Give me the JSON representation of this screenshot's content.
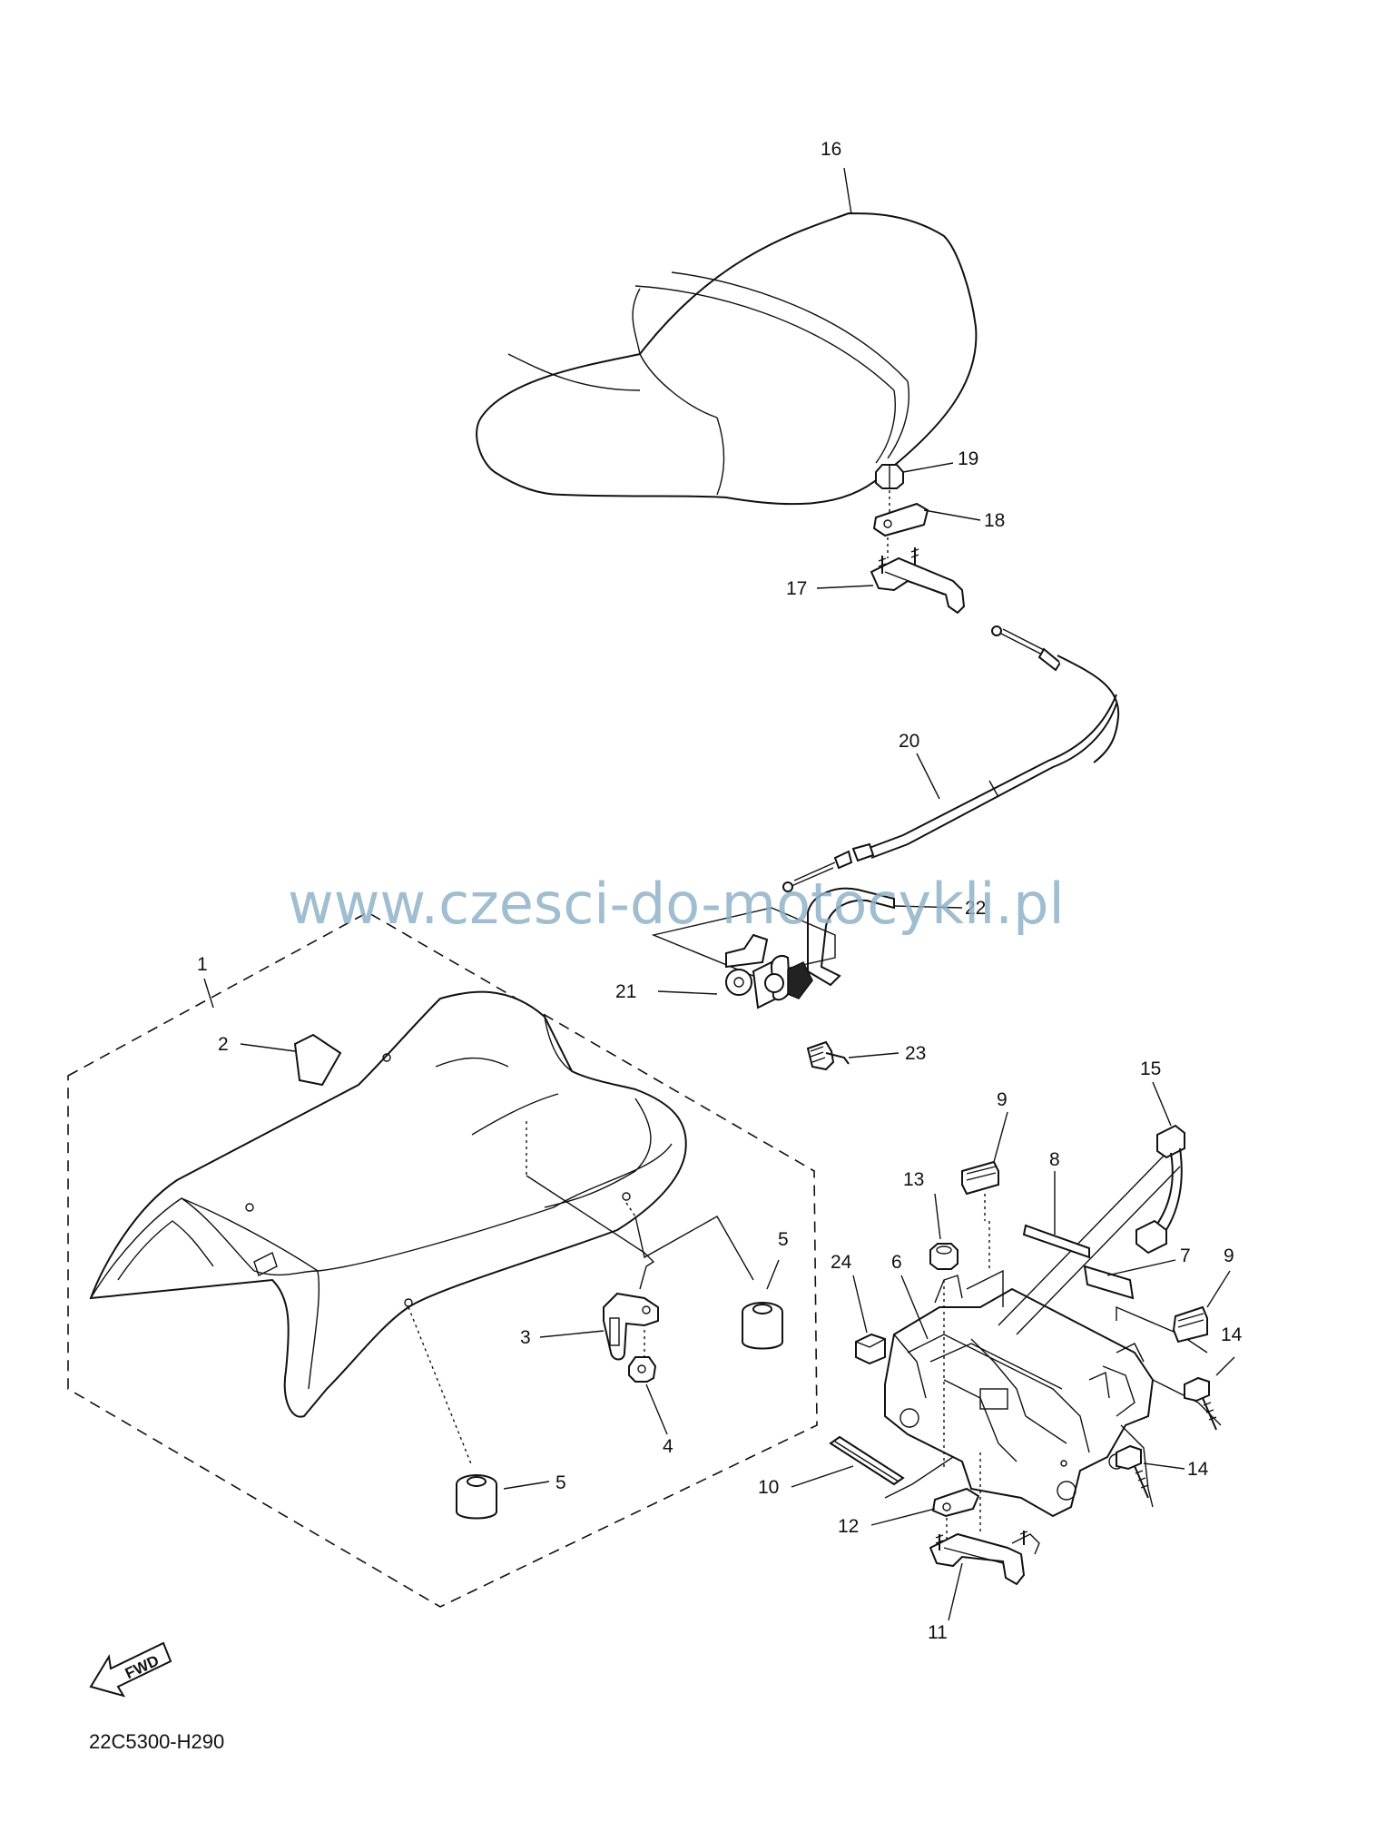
{
  "diagram": {
    "watermark": "www.czesci-do-motocykli.pl",
    "code": "22C5300-H290",
    "fwd_label": "FWD",
    "part_labels": {
      "p1": "1",
      "p2": "2",
      "p3": "3",
      "p4": "4",
      "p5a": "5",
      "p5b": "5",
      "p6": "6",
      "p7": "7",
      "p8": "8",
      "p9a": "9",
      "p9b": "9",
      "p10": "10",
      "p11": "11",
      "p12": "12",
      "p13": "13",
      "p14a": "14",
      "p14b": "14",
      "p15": "15",
      "p16": "16",
      "p17": "17",
      "p18": "18",
      "p19": "19",
      "p20": "20",
      "p21": "21",
      "p22": "22",
      "p23": "23",
      "p24": "24"
    },
    "parts": [
      {
        "id": "1",
        "icon": "seat-assembly-icon"
      },
      {
        "id": "2",
        "icon": "emblem-icon"
      },
      {
        "id": "3",
        "icon": "bracket-icon"
      },
      {
        "id": "4",
        "icon": "nut-icon"
      },
      {
        "id": "5",
        "icon": "damper-icon"
      },
      {
        "id": "6",
        "icon": "seat-bracket-frame-icon"
      },
      {
        "id": "7",
        "icon": "strip-icon"
      },
      {
        "id": "8",
        "icon": "strip-icon"
      },
      {
        "id": "9",
        "icon": "damper-icon"
      },
      {
        "id": "10",
        "icon": "strip-icon"
      },
      {
        "id": "11",
        "icon": "lock-hook-icon"
      },
      {
        "id": "12",
        "icon": "plate-icon"
      },
      {
        "id": "13",
        "icon": "nut-icon"
      },
      {
        "id": "14",
        "icon": "bolt-icon"
      },
      {
        "id": "15",
        "icon": "band-icon"
      },
      {
        "id": "16",
        "icon": "rear-seat-icon"
      },
      {
        "id": "17",
        "icon": "lock-hook-icon"
      },
      {
        "id": "18",
        "icon": "plate-icon"
      },
      {
        "id": "19",
        "icon": "nut-icon"
      },
      {
        "id": "20",
        "icon": "cable-icon"
      },
      {
        "id": "21",
        "icon": "seat-lock-icon"
      },
      {
        "id": "22",
        "icon": "bracket-icon"
      },
      {
        "id": "23",
        "icon": "screw-icon"
      },
      {
        "id": "24",
        "icon": "damper-icon"
      }
    ]
  }
}
